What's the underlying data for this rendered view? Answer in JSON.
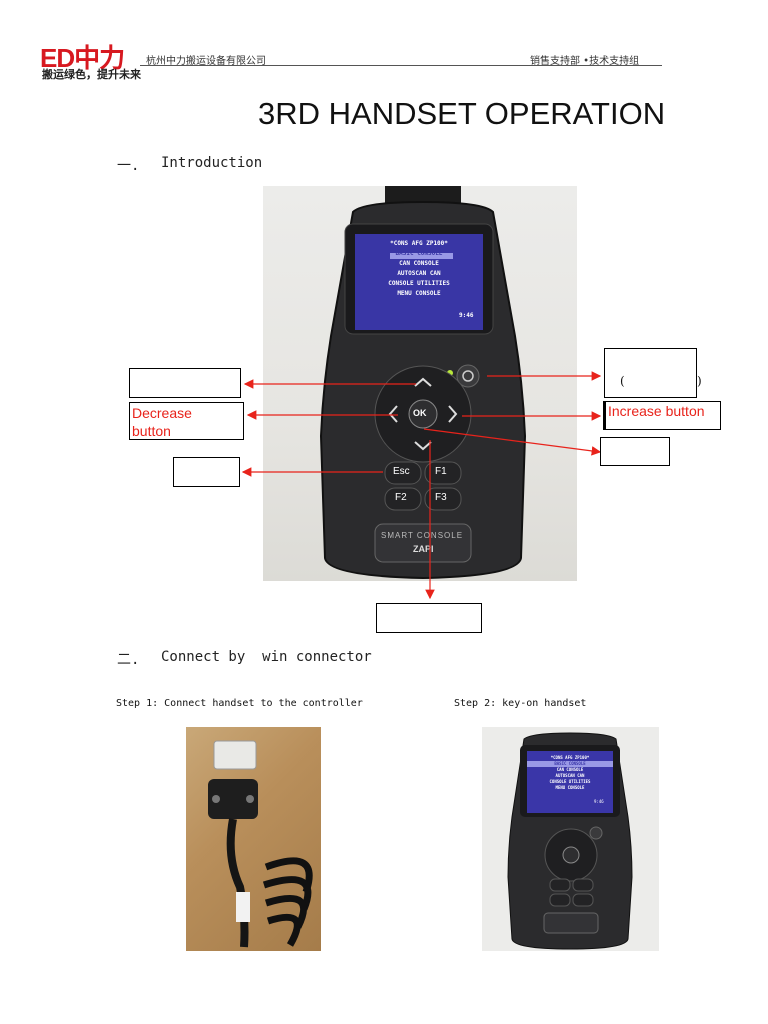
{
  "header": {
    "logo_text": "ED中力",
    "logo_slogan": "搬运绿色，提升未来",
    "company": "杭州中力搬运设备有限公司",
    "department": "销售支持部 •技术支持组"
  },
  "title": "3RD HANDSET OPERATION",
  "section1": {
    "number": "一.",
    "label": "Introduction"
  },
  "figure1": {
    "screen": {
      "header": "*CONS AFG ZP100*",
      "menu": [
        "BASIC CONSOLE",
        "CAN CONSOLE",
        "AUTOSCAN CAN",
        "CONSOLE UTILITIES",
        "MENU CONSOLE"
      ],
      "time": "9:46"
    },
    "keys": {
      "ok": "OK",
      "esc": "Esc",
      "f1": "F1",
      "f2": "F2",
      "f3": "F3"
    },
    "brand": "SMART CONSOLE",
    "maker": "ZAPI",
    "callouts": {
      "decrease": [
        "Decrease",
        "button"
      ],
      "increase": "Increase button",
      "power_paren_open": "(",
      "power_paren_close": ")"
    },
    "colors": {
      "arrow": "#e8231b"
    }
  },
  "section2": {
    "number": "二.",
    "label": "Connect by  win connector"
  },
  "steps": {
    "step1": "Step 1: Connect handset to the controller",
    "step2": "Step 2: key-on handset"
  },
  "figure3": {
    "screen": {
      "header": "*CONS AFG ZP100*",
      "menu": [
        "BASIC CONSOLE",
        "CAN CONSOLE",
        "AUTOSCAN CAN",
        "CONSOLE UTILITIES",
        "MENU CONSOLE"
      ],
      "time": "9:46"
    }
  }
}
